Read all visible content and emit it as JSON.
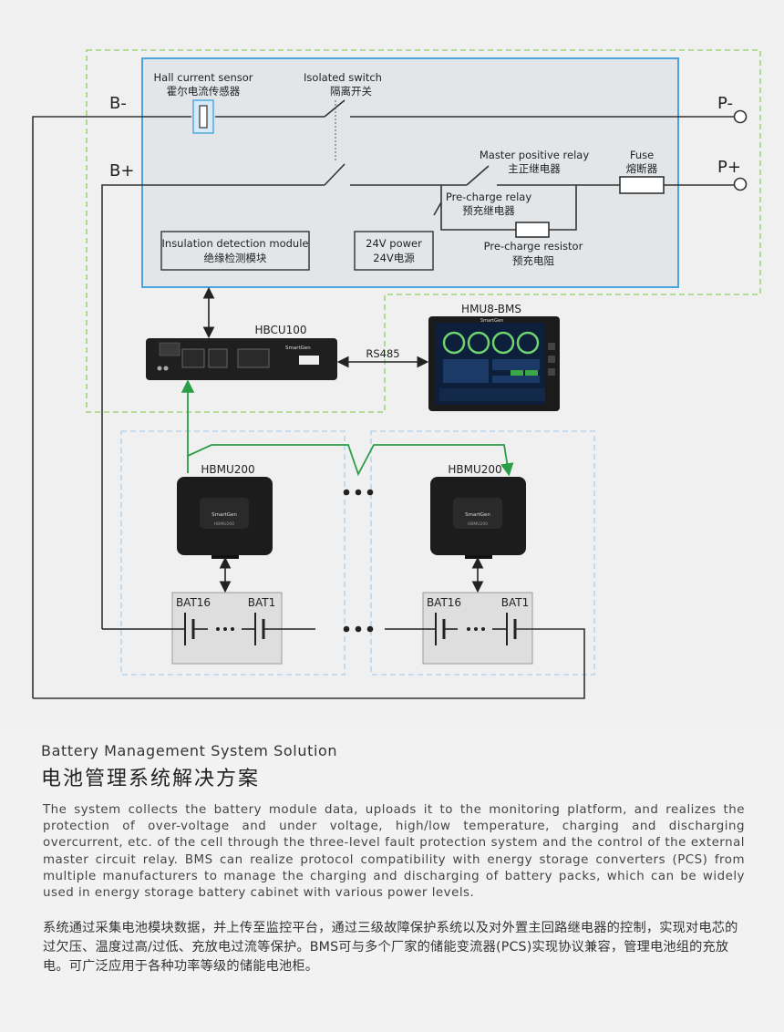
{
  "diagram": {
    "terminals": {
      "b_minus": "B-",
      "b_plus": "B+",
      "p_minus": "P-",
      "p_plus": "P+"
    },
    "hall_sensor": {
      "en": "Hall current sensor",
      "zh": "霍尔电流传感器"
    },
    "isolated_switch": {
      "en": "Isolated switch",
      "zh": "隔离开关"
    },
    "master_relay": {
      "en": "Master positive relay",
      "zh": "主正继电器"
    },
    "fuse": {
      "en": "Fuse",
      "zh": "熔断器"
    },
    "precharge_relay": {
      "en": "Pre-charge relay",
      "zh": "预充继电器"
    },
    "precharge_resistor": {
      "en": "Pre-charge resistor",
      "zh": "预充电阻"
    },
    "insulation_module": {
      "en": "Insulation detection module",
      "zh": "绝缘检测模块"
    },
    "power_24v": {
      "en": "24V power",
      "zh": "24V电源"
    },
    "hbcu": {
      "label": "HBCU100",
      "brand": "SmartGen"
    },
    "hmu": {
      "label": "HMU8-BMS",
      "brand": "SmartGen"
    },
    "rs485": "RS485",
    "hbmu_left": {
      "label": "HBMU200",
      "brand": "SmartGen",
      "model": "HBMU200"
    },
    "hbmu_right": {
      "label": "HBMU200",
      "brand": "SmartGen",
      "model": "HBMU200"
    },
    "bat_left": {
      "first": "BAT16",
      "last": "BAT1"
    },
    "bat_right": {
      "first": "BAT16",
      "last": "BAT1"
    },
    "colors": {
      "blue_box": "#4aa3df",
      "green_dash": "#9fd47a",
      "light_blue_dash": "#b8d6ee",
      "green_wire": "#2a9d47"
    }
  },
  "text": {
    "title_en": "Battery Management System Solution",
    "title_zh": "电池管理系统解决方案",
    "para_en": "The system collects the battery module data, uploads it to the monitoring platform, and realizes the protection of over-voltage and under voltage, high/low temperature, charging and discharging overcurrent, etc. of the cell through the three-level fault protection system and the control of the external master circuit relay. BMS can realize protocol compatibility with energy storage converters (PCS) from multiple manufacturers to manage the charging and discharging of battery packs, which can be widely used in energy storage battery cabinet with various power levels.",
    "para_zh": "系统通过采集电池模块数据，并上传至监控平台，通过三级故障保护系统以及对外置主回路继电器的控制，实现对电芯的过欠压、温度过高/过低、充放电过流等保护。BMS可与多个厂家的储能变流器(PCS)实现协议兼容，管理电池组的充放电。可广泛应用于各种功率等级的储能电池柜。"
  }
}
